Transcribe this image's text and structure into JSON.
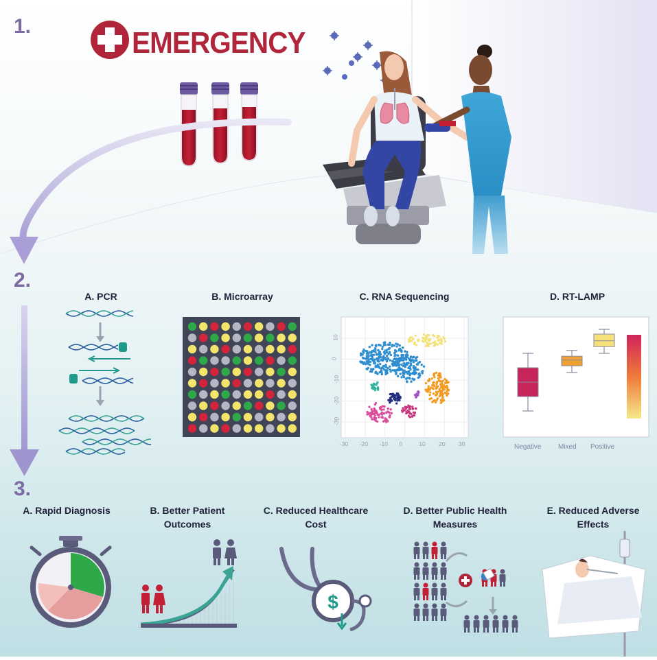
{
  "header": {
    "step1": "1.",
    "step2": "2.",
    "step3": "3.",
    "emergency_label": "EMERGENCY"
  },
  "methods": [
    {
      "label": "A. PCR"
    },
    {
      "label": "B. Microarray"
    },
    {
      "label": "C. RNA Sequencing"
    },
    {
      "label": "D. RT-LAMP"
    }
  ],
  "rna_seq_axis": {
    "x_ticks": [
      "-30",
      "-20",
      "-10",
      "0",
      "10",
      "20",
      "30"
    ],
    "y_ticks": [
      "10",
      "0",
      "-10",
      "-20",
      "-30"
    ]
  },
  "rt_lamp": {
    "categories": [
      "Negative",
      "Mixed",
      "Positive"
    ],
    "boxes": [
      {
        "category": "Negative",
        "min": 0.15,
        "q1": 0.3,
        "median": 0.45,
        "q3": 0.6,
        "max": 0.75,
        "color": "#c8255a"
      },
      {
        "category": "Mixed",
        "min": 0.55,
        "q1": 0.62,
        "median": 0.68,
        "q3": 0.72,
        "max": 0.78,
        "color": "#f0a030"
      },
      {
        "category": "Positive",
        "min": 0.75,
        "q1": 0.82,
        "median": 0.88,
        "q3": 0.95,
        "max": 1.0,
        "color": "#f5e07a"
      }
    ],
    "colorbar": [
      "#d0245a",
      "#f07a3a",
      "#f5e88a"
    ]
  },
  "microarray": {
    "rows": 10,
    "cols": 10,
    "colors": {
      "red": "#d3243c",
      "green": "#2fa84a",
      "yellow": "#f3e46b",
      "gray": "#b7b7c3"
    }
  },
  "outcomes": [
    {
      "line1": "A. Rapid Diagnosis",
      "line2": ""
    },
    {
      "line1": "B. Better Patient",
      "line2": "Outcomes"
    },
    {
      "line1": "C. Reduced Healthcare",
      "line2": "Cost"
    },
    {
      "line1": "D. Better Public Health",
      "line2": "Measures"
    },
    {
      "line1": "E. Reduced Adverse",
      "line2": "Effects"
    }
  ],
  "colors": {
    "accent_red": "#b1253a",
    "step_purple": "#7c6aa3",
    "arrow_lavender": "#b7b0dc",
    "bg_teal": "#c8e4e8"
  }
}
